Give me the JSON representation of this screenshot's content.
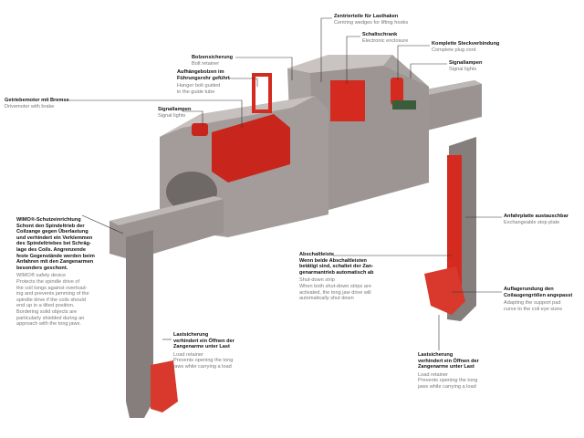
{
  "labels": {
    "centering": {
      "title": "Zentrierteile für Lasthaken",
      "sub": "Centring wedges for lifting hooks"
    },
    "enclosure": {
      "title": "Schaltschrank",
      "sub": "Electronic enclosure"
    },
    "plug": {
      "title": "Komplette Steckverbindung",
      "sub": "Complete plug cord"
    },
    "signal_right": {
      "title": "Signallampen",
      "sub": "Signal lights"
    },
    "bolt": {
      "title": "Bolzensicherung",
      "sub": "Bolt retainer"
    },
    "hanger": {
      "title1": "Aufhängebolzen im",
      "title2": "Führungsrohr geführt",
      "sub1": "Hanger bolt guided",
      "sub2": "in the guide tube"
    },
    "motor": {
      "title": "Getriebemotor mit Bremse",
      "sub": "Drivemotor with brake"
    },
    "signal_left": {
      "title": "Signallampen",
      "sub": "Signal lights"
    },
    "wimo": {
      "title": [
        "WIMO®-Schutzeinrichtung",
        "Schont den Spindeltrieb der",
        "Coilzange gegen Überlastung",
        "und verhindert ein Verklemmen",
        "des Spindeltriebes bei Schräg-",
        "lage des Coils. Angrenzende",
        "feste Gegenstände werden beim",
        "Anfahren mit den Zangenarmen",
        "besonders geschont."
      ],
      "sub": [
        "WIMO® safety device",
        "Protects the spindle drive of",
        "the coil tongs against overload-",
        "ing and prevents jamming of the",
        "spindle drive if the coils should",
        "end up in a tilted position.",
        "Bordering solid objects are",
        "particularly shielded during an",
        "approach with the tong jaws."
      ]
    },
    "stop_plate": {
      "title": "Anfahrplatte austauschbar",
      "sub": "Exchangeable stop plate"
    },
    "shutdown": {
      "title": [
        "Abschaltleiste",
        "Wenn beide Abschaltleisten",
        "betätigt sind, schaltet der Zan-",
        "genarmantrieb automatisch ab"
      ],
      "sub": [
        "Shut-down strip",
        "When both shut-down strips are",
        "activated, the tong jaw drive will",
        "automatically shut down"
      ]
    },
    "support": {
      "title1": "Auflagerundung den",
      "title2": "Coilaugengrößen angepasst",
      "sub1": "Adapting the support pad",
      "sub2": "curve to the coil eye sizes"
    },
    "load_left": {
      "title": [
        "Lastsicherung",
        "verhindert ein Öffnen der",
        "Zangenarme unter Last"
      ],
      "sub": [
        "Load retainer",
        "Prevents opening the tong",
        "jaws while carrying a load"
      ]
    },
    "load_right": {
      "title": [
        "Lastsicherung",
        "verhindert ein Öffnen der",
        "Zangenarme unter Last"
      ],
      "sub": [
        "Load retainer",
        "Prevents opening the tong",
        "jaws while carrying a load"
      ]
    }
  },
  "colors": {
    "body": "#8f8886",
    "light": "#b3adab",
    "dark": "#6e6866",
    "red": "#d42a1f"
  }
}
